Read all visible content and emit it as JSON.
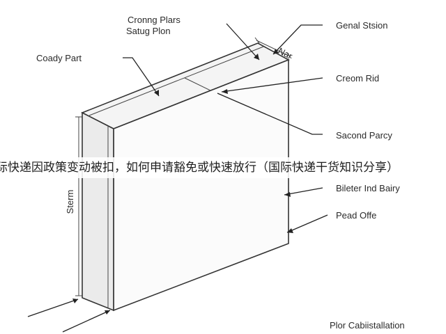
{
  "labels": {
    "top_center_line1": "Cronng Plars",
    "top_center_line2": "Satug Plon",
    "left_top": "Coady Part",
    "right_1": "Genal Stsion",
    "right_2": "Creom Rid",
    "right_3": "Sacond Parcy",
    "right_4": "Bileter Ind Bairy",
    "right_5": "Pead Offe",
    "bottom_right": "Plor Cabiistallation",
    "dimension_top": "Nar",
    "dimension_side": "Sterm"
  },
  "banner_text": "际快递因政策变动被扣，如何申请豁免或快速放行（国际快递干货知识分享）"
}
